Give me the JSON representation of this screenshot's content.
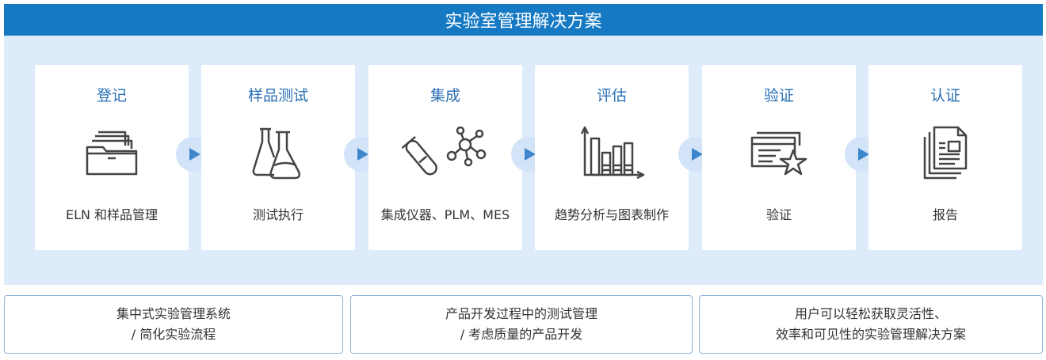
{
  "header": {
    "title": "实验室管理解决方案"
  },
  "steps": [
    {
      "title": "登记",
      "icon": "folder-icon",
      "desc": "ELN 和样品管理"
    },
    {
      "title": "样品测试",
      "icon": "flasks-icon",
      "desc": "测试执行"
    },
    {
      "title": "集成",
      "icon": "test-tube-molecule-icon",
      "desc": "集成仪器、PLM、MES"
    },
    {
      "title": "评估",
      "icon": "bar-chart-icon",
      "desc": "趋势分析与图表制作"
    },
    {
      "title": "验证",
      "icon": "certificate-star-icon",
      "desc": "验证"
    },
    {
      "title": "认证",
      "icon": "report-icon",
      "desc": "报告"
    }
  ],
  "notes": [
    {
      "line1": "集中式实验管理系统",
      "line2": "/ 简化实验流程"
    },
    {
      "line1": "产品开发过程中的测试管理",
      "line2": "/ 考虑质量的产品开发"
    },
    {
      "line1": "用户可以轻松获取灵活性、",
      "line2": "效率和可见性的实验管理解决方案"
    }
  ],
  "colors": {
    "header_bg": "#1679c4",
    "panel_bg": "#ddebfb",
    "title_text": "#2a6fb5",
    "arrow": "#3d86cc"
  }
}
